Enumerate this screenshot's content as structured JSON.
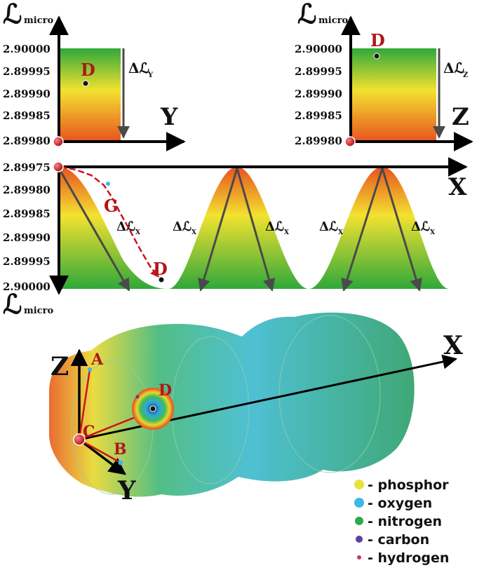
{
  "axes": {
    "symbol": "ℒ",
    "subscript": "micro",
    "y_label": "Y",
    "z_label": "Z",
    "x_label": "X"
  },
  "panel_y": {
    "ticks": [
      "2.90000",
      "2.89995",
      "2.89990",
      "2.89985",
      "2.89980"
    ],
    "point_label": "D",
    "delta_label": "Δℒ",
    "delta_sub": "Y"
  },
  "panel_z": {
    "ticks": [
      "2.90000",
      "2.89995",
      "2.89990",
      "2.89985",
      "2.89980"
    ],
    "point_label": "D",
    "delta_label": "Δℒ",
    "delta_sub": "Z"
  },
  "panel_x": {
    "ticks": [
      "2.89975",
      "2.89980",
      "2.89985",
      "2.89990",
      "2.89995",
      "2.90000"
    ],
    "point_labels": [
      "G",
      "D"
    ],
    "delta_label": "Δℒ",
    "delta_sub": "X",
    "delta_count": 5
  },
  "molecule": {
    "z_label": "Z",
    "x_label": "X",
    "y_label": "Y",
    "points": [
      "A",
      "B",
      "C",
      "D"
    ]
  },
  "legend": [
    {
      "label": "- phosphor",
      "color": "#e8e23a"
    },
    {
      "label": "- oxygen",
      "color": "#39b9e8"
    },
    {
      "label": "- nitrogen",
      "color": "#2fa84a"
    },
    {
      "label": "- carbon",
      "color": "#5b3fa6"
    },
    {
      "label": "- hydrogen",
      "color": "#c0396e"
    }
  ],
  "colors": {
    "high": "#2fa83a",
    "mid": "#f2e230",
    "low": "#e8531f",
    "marker": "#c8161c"
  }
}
